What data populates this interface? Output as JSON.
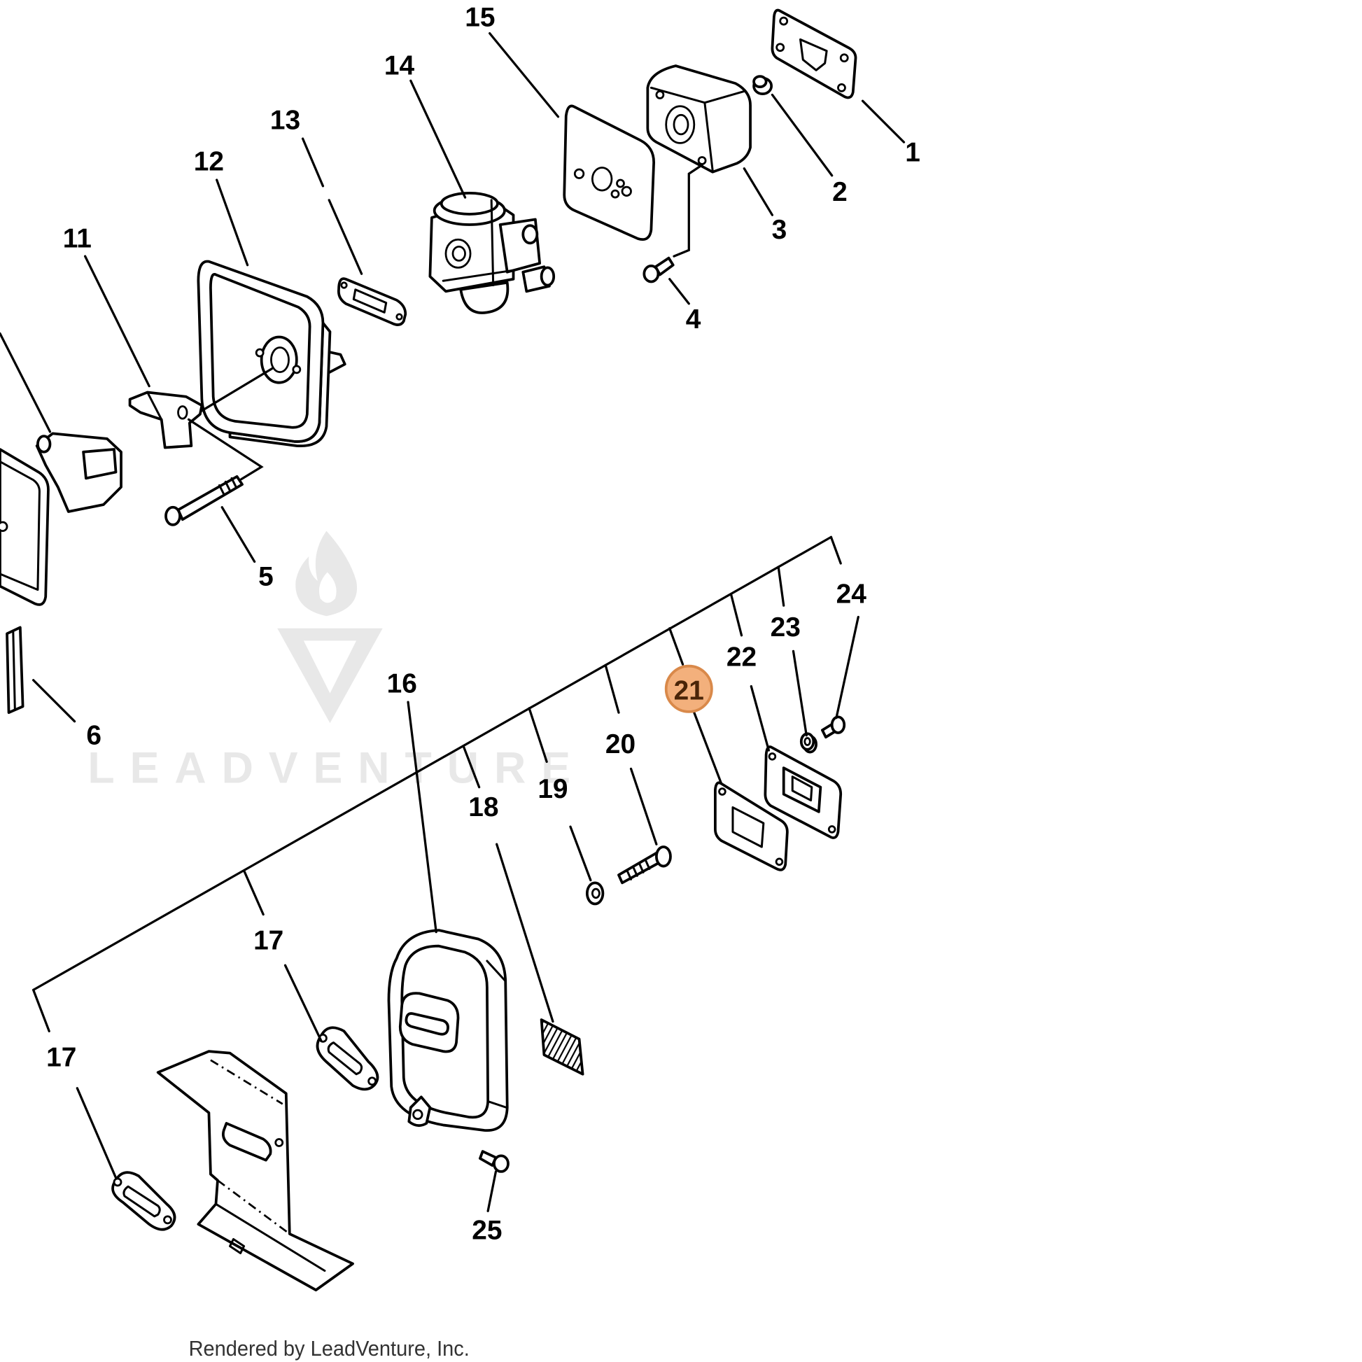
{
  "diagram": {
    "callouts": [
      {
        "label": "1"
      },
      {
        "label": "2"
      },
      {
        "label": "3"
      },
      {
        "label": "4"
      },
      {
        "label": "5"
      },
      {
        "label": "6"
      },
      {
        "label": "11"
      },
      {
        "label": "12"
      },
      {
        "label": "13"
      },
      {
        "label": "14"
      },
      {
        "label": "15"
      },
      {
        "label": "16"
      },
      {
        "label": "17"
      },
      {
        "label": "17"
      },
      {
        "label": "18"
      },
      {
        "label": "19"
      },
      {
        "label": "20"
      },
      {
        "label": "21",
        "selected": true
      },
      {
        "label": "22"
      },
      {
        "label": "23"
      },
      {
        "label": "24"
      },
      {
        "label": "25"
      }
    ]
  },
  "watermark": {
    "text": "LEADVENTURE",
    "logo_icon": "leadventure-logo-icon"
  },
  "footer": {
    "text": "Rendered by LeadVenture, Inc."
  },
  "colors": {
    "highlight_fill": "#F3B07C",
    "highlight_stroke": "#D9894A",
    "highlight_text": "#4A2508",
    "watermark": "#E8E8E8",
    "line": "#000000"
  }
}
